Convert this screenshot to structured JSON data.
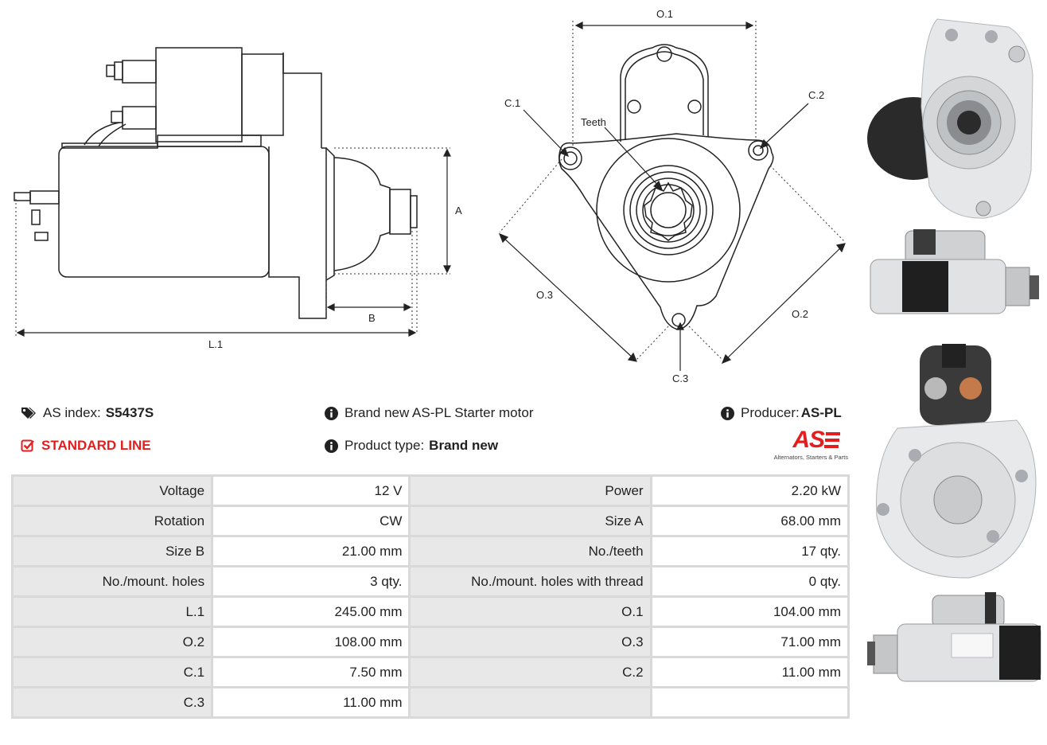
{
  "diagram": {
    "labels": {
      "L1": "L.1",
      "A": "A",
      "B": "B",
      "O1": "O.1",
      "O2": "O.2",
      "O3": "O.3",
      "C1": "C.1",
      "C2": "C.2",
      "C3": "C.3",
      "teeth": "Teeth"
    }
  },
  "info": {
    "as_index_label": "AS index:",
    "as_index_value": "S5437S",
    "standard_line": "STANDARD LINE",
    "description": "Brand new AS-PL Starter motor",
    "product_type_label": "Product type:",
    "product_type_value": "Brand new",
    "producer_label": "Producer:",
    "producer_value": "AS-PL"
  },
  "logo": {
    "text": "AS",
    "tagline": "Alternators, Starters & Parts",
    "color": "#e41e1e"
  },
  "specs": [
    [
      "Voltage",
      "12 V",
      "Power",
      "2.20 kW"
    ],
    [
      "Rotation",
      "CW",
      "Size A",
      "68.00 mm"
    ],
    [
      "Size B",
      "21.00 mm",
      "No./teeth",
      "17 qty."
    ],
    [
      "No./mount. holes",
      "3 qty.",
      "No./mount. holes with thread",
      "0 qty."
    ],
    [
      "L.1",
      "245.00 mm",
      "O.1",
      "104.00 mm"
    ],
    [
      "O.2",
      "108.00 mm",
      "O.3",
      "71.00 mm"
    ],
    [
      "C.1",
      "7.50 mm",
      "C.2",
      "11.00 mm"
    ],
    [
      "C.3",
      "11.00 mm",
      "",
      ""
    ]
  ],
  "icons": {
    "tag": "tag-icon",
    "check": "check-square-icon",
    "info": "info-circle-icon"
  }
}
